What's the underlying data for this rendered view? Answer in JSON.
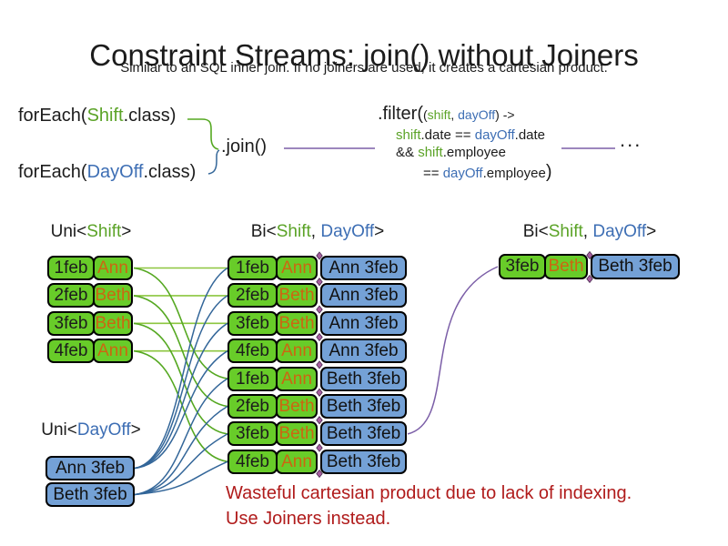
{
  "title": "Constraint Streams: join() without Joiners",
  "subtitle": "Similar to an SQL inner join. If no joiners are used, it creates a cartesian product.",
  "colors": {
    "green_text": "#5BA327",
    "blue_text": "#3D6EB4",
    "orange_text": "#CC6611",
    "green_fill": "#68CC29",
    "blue_fill": "#74A1D6",
    "green_line": "#55A821",
    "green_line_light": "#8CC63F",
    "blue_line": "#336699",
    "purple_line": "#7B5EA7",
    "diamond_fill": "#A85FA0",
    "note_red": "#B01B1B"
  },
  "code": {
    "foreach_shift_tokens": [
      {
        "text": "forEach("
      },
      {
        "text": "Shift",
        "color": "green"
      },
      {
        "text": ".class)"
      }
    ],
    "foreach_dayoff_tokens": [
      {
        "text": "forEach("
      },
      {
        "text": "DayOff",
        "color": "blue"
      },
      {
        "text": ".class)"
      }
    ],
    "join_label": ".join()",
    "filter_line1_tokens": [
      {
        "text": ".filter(",
        "size": "big"
      },
      {
        "text": "(",
        "size": "small"
      },
      {
        "text": "shift",
        "size": "small",
        "color": "green"
      },
      {
        "text": ", ",
        "size": "small"
      },
      {
        "text": "dayOff",
        "size": "small",
        "color": "blue"
      },
      {
        "text": ") ->",
        "size": "small"
      }
    ],
    "filter_line2_tokens": [
      {
        "text": "shift",
        "color": "green"
      },
      {
        "text": ".date == "
      },
      {
        "text": "dayOff",
        "color": "blue"
      },
      {
        "text": ".date"
      }
    ],
    "filter_line3_tokens": [
      {
        "text": "&& "
      },
      {
        "text": "shift",
        "color": "green"
      },
      {
        "text": ".employee"
      }
    ],
    "filter_line4_tokens": [
      {
        "text": "== "
      },
      {
        "text": "dayOff",
        "color": "blue"
      },
      {
        "text": ".employee"
      },
      {
        "text": ")",
        "size": "big"
      }
    ],
    "ellipsis": "..."
  },
  "left_table": {
    "header_tokens": [
      {
        "text": "Uni<"
      },
      {
        "text": "Shift",
        "color": "green"
      },
      {
        "text": ">"
      }
    ],
    "rows": [
      {
        "date": "1feb",
        "employee": "Ann"
      },
      {
        "date": "2feb",
        "employee": "Beth"
      },
      {
        "date": "3feb",
        "employee": "Beth"
      },
      {
        "date": "4feb",
        "employee": "Ann"
      }
    ]
  },
  "dayoff_table": {
    "header_tokens": [
      {
        "text": "Uni<"
      },
      {
        "text": "DayOff",
        "color": "blue"
      },
      {
        "text": ">"
      }
    ],
    "rows": [
      {
        "pair": "Ann 3feb"
      },
      {
        "pair": "Beth 3feb"
      }
    ]
  },
  "middle_table": {
    "header_tokens": [
      {
        "text": "Bi<"
      },
      {
        "text": "Shift",
        "color": "green"
      },
      {
        "text": ", "
      },
      {
        "text": "DayOff",
        "color": "blue"
      },
      {
        "text": ">"
      }
    ],
    "rows": [
      {
        "date": "1feb",
        "employee": "Ann",
        "pair": "Ann 3feb"
      },
      {
        "date": "2feb",
        "employee": "Beth",
        "pair": "Ann 3feb"
      },
      {
        "date": "3feb",
        "employee": "Beth",
        "pair": "Ann 3feb"
      },
      {
        "date": "4feb",
        "employee": "Ann",
        "pair": "Ann 3feb"
      },
      {
        "date": "1feb",
        "employee": "Ann",
        "pair": "Beth 3feb"
      },
      {
        "date": "2feb",
        "employee": "Beth",
        "pair": "Beth 3feb"
      },
      {
        "date": "3feb",
        "employee": "Beth",
        "pair": "Beth 3feb"
      },
      {
        "date": "4feb",
        "employee": "Ann",
        "pair": "Beth 3feb"
      }
    ]
  },
  "right_table": {
    "header_tokens": [
      {
        "text": "Bi<"
      },
      {
        "text": "Shift",
        "color": "green"
      },
      {
        "text": ", "
      },
      {
        "text": "DayOff",
        "color": "blue"
      },
      {
        "text": ">"
      }
    ],
    "rows": [
      {
        "date": "3feb",
        "employee": "Beth",
        "pair": "Beth 3feb"
      }
    ]
  },
  "note": {
    "line1": "Wasteful cartesian product due to lack of indexing.",
    "line2": "Use Joiners instead."
  }
}
